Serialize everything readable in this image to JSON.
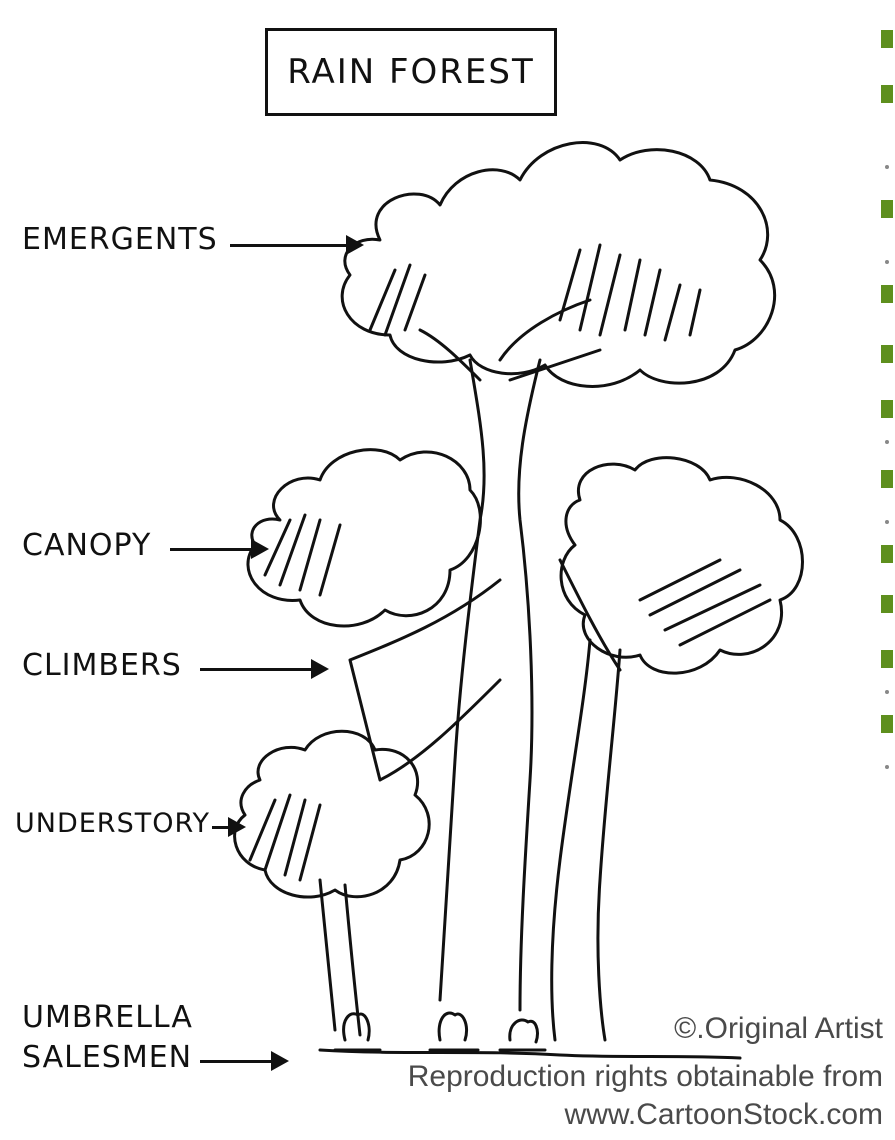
{
  "title": "RAIN FOREST",
  "labels": {
    "emergents": "EMERGENTS",
    "canopy": "CANOPY",
    "climbers": "CLIMBERS",
    "understory": "UNDERSTORY",
    "umbrella_line1": "UMBRELLA",
    "umbrella_line2": "SALESMEN"
  },
  "credit": {
    "line1": "©.Original Artist",
    "line2": "Reproduction rights obtainable from",
    "line3": "www.CartoonStock.com"
  },
  "colors": {
    "ink": "#111111",
    "credit_text": "#4a4a4a",
    "sidebar_accent": "#5e8f1e"
  },
  "icons": {
    "sidebar_marks": "green-bullet-icon"
  }
}
